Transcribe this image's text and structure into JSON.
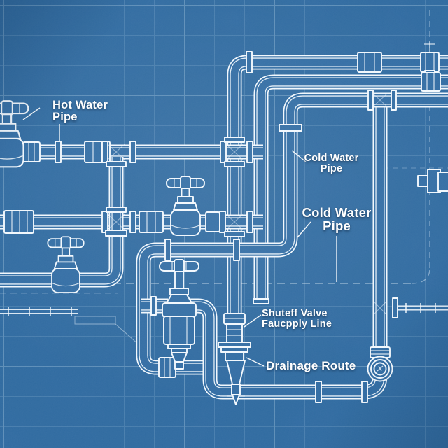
{
  "page": {
    "kind": "plumbing blueprint diagram"
  },
  "labels": {
    "hot_water": {
      "line1": "Hot Water",
      "line2": "Pipe"
    },
    "cold_water_upper": {
      "line1": "Cold Water",
      "line2": "Pipe"
    },
    "cold_water_lower": {
      "line1": "Cold Water",
      "line2": "Pipe"
    },
    "shutoff_valve": {
      "line1": "Shuteff Valve",
      "line2": "Faucpply Line"
    },
    "drainage_route": {
      "line1": "Drainage Route"
    }
  },
  "colors": {
    "background": "#2e6aa2",
    "line_white": "#f2f8fd",
    "grid_line": "#cfe3f4",
    "label_text": "#ffffff"
  },
  "components": [
    "globe-valve",
    "gate-valve",
    "filter-valve-assembly",
    "shutoff-valve",
    "drain-outlet",
    "gauge-trap",
    "pipe-coupling",
    "pipe-flange",
    "tee-junction",
    "cross-junction",
    "dashed-route-line"
  ]
}
